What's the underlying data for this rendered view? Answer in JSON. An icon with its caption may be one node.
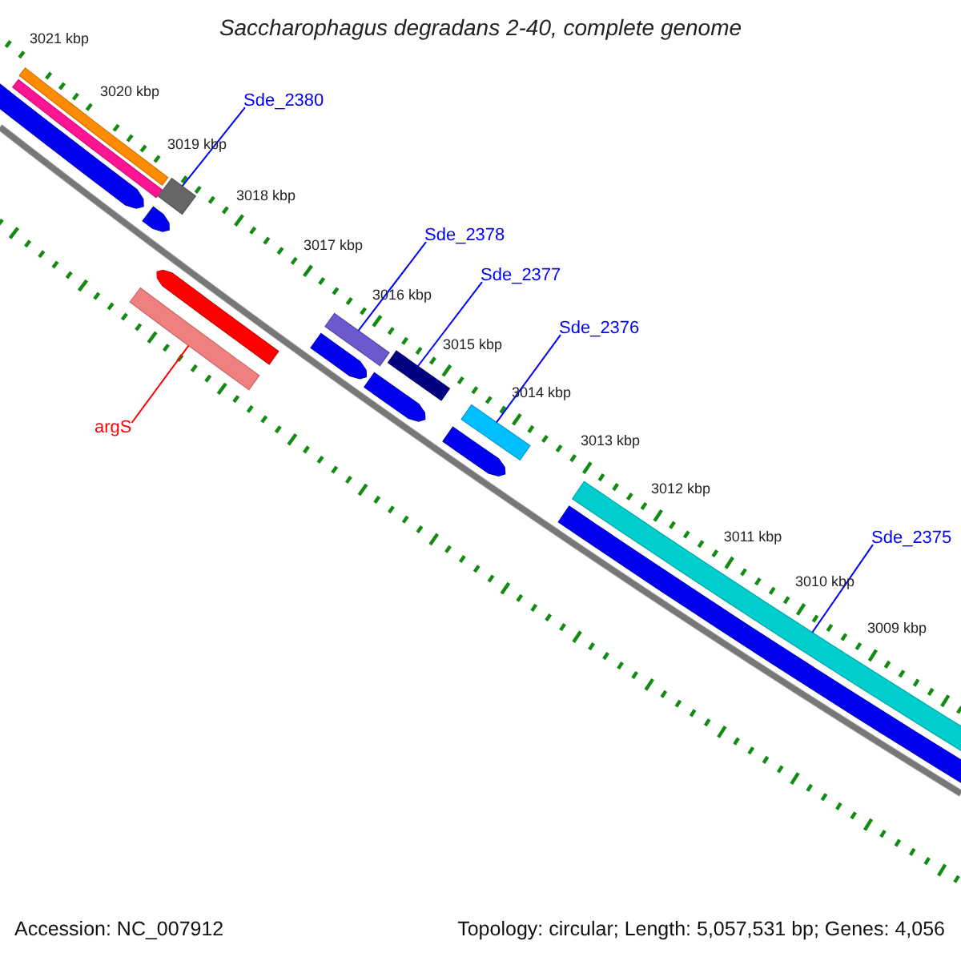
{
  "diagram": {
    "title": "Saccharophagus degradans 2-40, complete genome",
    "nodes": [
      {
        "text": [
          "Sde_2380"
        ]
      },
      {
        "text": [],
        "shape": "bar"
      },
      {
        "text": [
          "Sde_2378"
        ]
      },
      {
        "text": [],
        "shape": "bar"
      },
      {
        "text": [
          "Sde_2377"
        ]
      },
      {
        "text": [],
        "shape": "bar"
      },
      {
        "text": [
          "Sde_2376"
        ]
      },
      {
        "text": [],
        "shape": "bar"
      },
      {
        "text": [
          "argS"
        ]
      },
      {
        "text": [],
        "shape": "bar"
      },
      {
        "text": [
          "Sde_2375"
        ]
      },
      {
        "text": [],
        "shape": "bar"
      },
      {
        "text": [],
        "shape": "bar"
      },
      {
        "text": [],
        "shape": "bar"
      },
      {
        "text": [],
        "shape": "arrow"
      },
      {
        "text": [],
        "shape": "arrow"
      },
      {
        "text": [],
        "shape": "arrow"
      },
      {
        "text": [],
        "shape": "arrow"
      },
      {
        "text": [],
        "shape": "arrow"
      },
      {
        "text": [],
        "shape": "arrow"
      },
      {
        "text": [],
        "shape": "bar"
      }
    ],
    "edges": [
      {
        "from": 0,
        "to": 1,
        "arrow": "none"
      },
      {
        "from": 2,
        "to": 3,
        "arrow": "none"
      },
      {
        "from": 4,
        "to": 5,
        "arrow": "none"
      },
      {
        "from": 6,
        "to": 7,
        "arrow": "none"
      },
      {
        "from": 8,
        "to": 9,
        "arrow": "none",
        "color": "#ff0000"
      },
      {
        "from": 10,
        "to": 11,
        "arrow": "none"
      }
    ],
    "labels": [
      "3021 kbp",
      "3020 kbp",
      "3019 kbp",
      "3018 kbp",
      "3017 kbp",
      "3016 kbp",
      "3015 kbp",
      "3014 kbp",
      "3013 kbp",
      "3012 kbp",
      "3011 kbp",
      "3010 kbp",
      "3009 kbp",
      "Accession: NC_007912",
      "Topology: circular; Length: 5,057,531 bp; Genes: 4,056"
    ]
  }
}
